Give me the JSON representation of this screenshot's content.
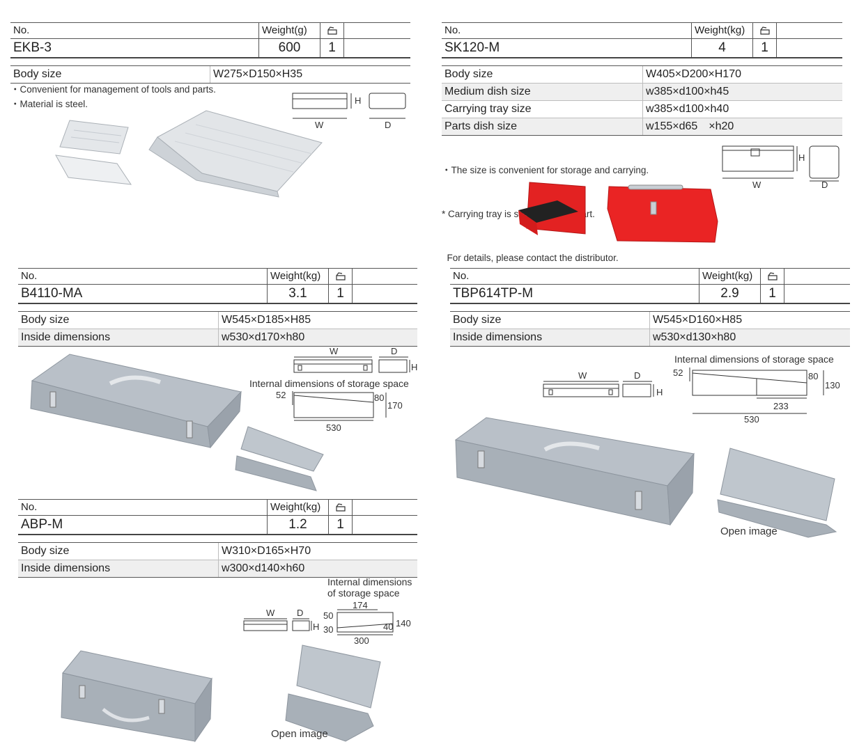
{
  "colors": {
    "rule": "#555555",
    "shade": "#efefef",
    "silver": "#c9ced4",
    "red": "#e02020"
  },
  "products": {
    "ekb3": {
      "header": {
        "no": "No.",
        "weight": "Weight(g)",
        "qty_icon": "box-icon"
      },
      "model": "EKB-3",
      "weight": "600",
      "qty": "1",
      "specs": [
        {
          "label": "Body size",
          "value": "W275×D150×H35"
        }
      ],
      "notes": [
        "・Convenient for management of tools and parts.",
        "・Material is steel."
      ],
      "dims": {
        "w": "W",
        "d": "D",
        "h": "H"
      }
    },
    "sk120m": {
      "header": {
        "no": "No.",
        "weight": "Weight(kg)",
        "qty_icon": "box-icon"
      },
      "model": "SK120-M",
      "weight": "4",
      "qty": "1",
      "specs": [
        {
          "label": "Body size",
          "value": "W405×D200×H170"
        },
        {
          "label": "Medium dish size",
          "value": "w385×d100×h45"
        },
        {
          "label": "Carrying tray size",
          "value": "w385×d100×h40"
        },
        {
          "label": "Parts dish size",
          "value": "w155×d65　×h20"
        }
      ],
      "notes": [
        "・The size is convenient for storage and carrying.",
        "* Carrying tray is set as a repair part.",
        "  For details, please contact the distributor."
      ],
      "dims": {
        "w": "W",
        "d": "D",
        "h": "H"
      }
    },
    "b4110ma": {
      "header": {
        "no": "No.",
        "weight": "Weight(kg)",
        "qty_icon": "box-icon"
      },
      "model": "B4110-MA",
      "weight": "3.1",
      "qty": "1",
      "specs": [
        {
          "label": "Body size",
          "value": "W545×D185×H85"
        },
        {
          "label": "Inside dimensions",
          "value": "w530×d170×h80"
        }
      ],
      "dims": {
        "w": "W",
        "d": "D",
        "h": "H"
      },
      "internal_title": "Internal dimensions of storage space",
      "internal": {
        "a": "52",
        "b": "80",
        "c": "170",
        "len": "530"
      }
    },
    "tbp614tpm": {
      "header": {
        "no": "No.",
        "weight": "Weight(kg)",
        "qty_icon": "box-icon"
      },
      "model": "TBP614TP-M",
      "weight": "2.9",
      "qty": "1",
      "specs": [
        {
          "label": "Body size",
          "value": "W545×D160×H85"
        },
        {
          "label": "Inside dimensions",
          "value": "w530×d130×h80"
        }
      ],
      "dims": {
        "w": "W",
        "d": "D",
        "h": "H"
      },
      "internal_title": "Internal dimensions of storage space",
      "internal": {
        "a": "52",
        "b": "80",
        "c": "130",
        "mid": "233",
        "len": "530"
      },
      "open_caption": "Open image"
    },
    "abpm": {
      "header": {
        "no": "No.",
        "weight": "Weight(kg)",
        "qty_icon": "box-icon"
      },
      "model": "ABP-M",
      "weight": "1.2",
      "qty": "1",
      "specs": [
        {
          "label": "Body size",
          "value": "W310×D165×H70"
        },
        {
          "label": "Inside dimensions",
          "value": "w300×d140×h60"
        }
      ],
      "dims": {
        "w": "W",
        "d": "D",
        "h": "H"
      },
      "internal_title_1": "Internal dimensions",
      "internal_title_2": "of storage space",
      "internal": {
        "top": "174",
        "a": "50",
        "b": "30",
        "c": "40",
        "d": "140",
        "len": "300"
      },
      "open_caption": "Open image"
    }
  }
}
